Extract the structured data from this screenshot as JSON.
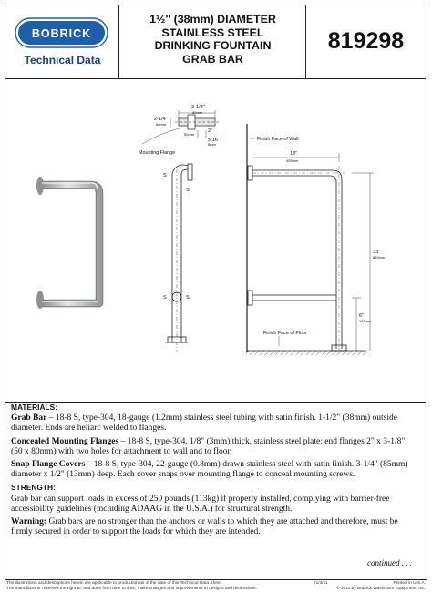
{
  "header": {
    "brand": "BOBRICK",
    "subtitle": "Technical Data",
    "title_lines": [
      "1½\" (38mm) DIAMETER",
      "STAINLESS STEEL",
      "DRINKING FOUNTAIN",
      "GRAB BAR"
    ],
    "part_number": "819298"
  },
  "drawing": {
    "top_dim_a": "3-1/8\"",
    "top_dim_a_mm": "80mm",
    "top_dim_b": "2-1/4\"",
    "top_dim_b_mm": "60mm",
    "top_dim_c": "2\"",
    "top_dim_c_mm": "50mm",
    "top_dim_d": "5/16\"",
    "top_dim_d_mm": "8mm",
    "mounting_flange": "Mounting Flange",
    "finish_face_wall": "Finish  Face of Wall",
    "finish_face_floor": "Finish Face of Floor",
    "width_dim": "18\"",
    "width_dim_mm": "455mm",
    "height_dim": "33\"",
    "height_dim_mm": "840mm",
    "base_dim": "6\"",
    "base_dim_mm": "150mm",
    "s_label": "S"
  },
  "materials": {
    "heading": "MATERIALS:",
    "grab_bar_label": "Grab Bar",
    "grab_bar_text": " – 18-8 S, type-304, 18-gauge (1.2mm) stainless steel tubing with satin finish. 1-1/2\" (38mm) outside diameter. Ends are heliarc welded to flanges.",
    "flanges_label": "Concealed Mounting Flanges",
    "flanges_text": " – 18-8 S, type-304, 1/8\" (3mm) thick, stainless steel plate; end flanges 2\" x 3-1/8\" (50 x 80mm) with two holes for attachment to wall and to floor.",
    "covers_label": "Snap Flange Covers",
    "covers_text": " – 18-8 S, type-304, 22-gauge (0.8mm) drawn stainless steel with satin finish. 3-1/4\" (85mm) diameter x 1/2\" (13mm) deep. Each cover snaps over mounting flange to conceal mounting screws."
  },
  "strength": {
    "heading": "STRENGTH:",
    "text": "Grab bar can support loads in excess of 250 pounds (113kg) if properly installed, complying with barrier-free accessibility guidelines (including ADAAG in the U.S.A.) for structural strength.",
    "warning_label": "Warning:",
    "warning_text": " Grab bars are no stronger than the anchors or walls to which they are attached and therefore, must be firmly secured in order to support the loads for which they are intended."
  },
  "continued": "continued . . .",
  "footer": {
    "disclaimer_1": "The illustrations and descriptions herein are applicable to production as of the date of this Technical Data Sheet.",
    "disclaimer_2": "The manufacturer reserves the right to, and does from time to time, make changes and improvements in designs and dimensions.",
    "revision": "r1/3/11",
    "printed": "Printed in U.S.A.",
    "copyright": "© 2011 by Bobrick Washroom Equipment, Inc."
  },
  "colors": {
    "brand_blue": "#1d5fa8",
    "text_blue": "#1d3f73",
    "steel": "#b9bcbe"
  }
}
